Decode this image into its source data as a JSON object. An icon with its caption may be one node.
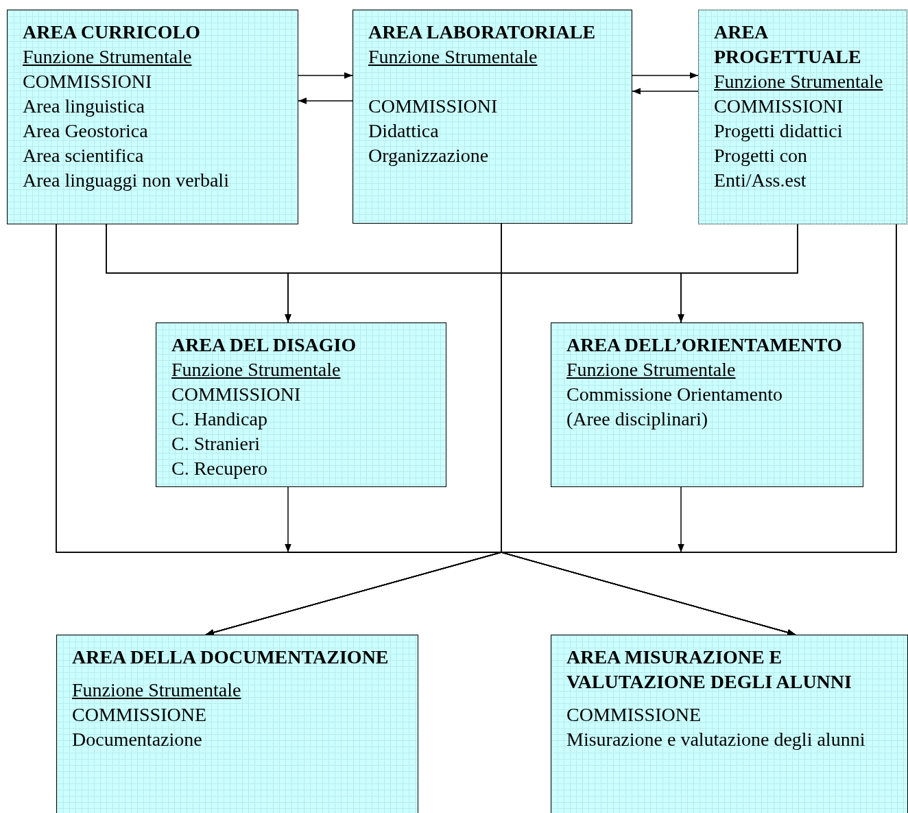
{
  "diagram": {
    "nodes": [
      {
        "text": [
          "AREA CURRICOLO",
          "Funzione Strumentale",
          "COMMISSIONI",
          "Area linguistica",
          "Area Geostorica",
          "Area scientifica",
          "Area linguaggi non verbali"
        ]
      },
      {
        "text": [
          "AREA LABORATORIALE",
          "Funzione Strumentale",
          "COMMISSIONI",
          "Didattica",
          "Organizzazione"
        ]
      },
      {
        "text": [
          "AREA PROGETTUALE",
          "Funzione Strumentale",
          "COMMISSIONI",
          "Progetti didattici",
          "Progetti con Enti/Ass.est"
        ]
      },
      {
        "text": [
          "AREA DEL DISAGIO",
          "Funzione Strumentale",
          "COMMISSIONI",
          "C. Handicap",
          "C. Stranieri",
          "C. Recupero"
        ]
      },
      {
        "text": [
          "AREA DELL’ORIENTAMENTO",
          "Funzione Strumentale",
          "Commissione Orientamento",
          "(Aree disciplinari)"
        ]
      },
      {
        "text": [
          "AREA DELLA DOCUMENTAZIONE",
          "Funzione Strumentale",
          "COMMISSIONE",
          "Documentazione"
        ]
      },
      {
        "text": [
          "AREA MISURAZIONE E VALUTAZIONE DEGLI ALUNNI",
          "COMMISSIONE",
          "Misurazione e valutazione degli alunni"
        ]
      }
    ],
    "edges": [
      {
        "from": 0,
        "to": 1,
        "arrow": "to"
      },
      {
        "from": 1,
        "to": 0,
        "arrow": "to"
      },
      {
        "from": 1,
        "to": 2,
        "arrow": "to"
      },
      {
        "from": 2,
        "to": 1,
        "arrow": "to"
      },
      {
        "from": 0,
        "to": 3,
        "arrow": "to"
      },
      {
        "from": 0,
        "to": 4,
        "arrow": "to"
      },
      {
        "from": 2,
        "to": 3,
        "arrow": "to"
      },
      {
        "from": 2,
        "to": 4,
        "arrow": "to"
      },
      {
        "from": 0,
        "to": 5,
        "arrow": "to"
      },
      {
        "from": 0,
        "to": 6,
        "arrow": "to"
      },
      {
        "from": 1,
        "to": 5,
        "arrow": "to"
      },
      {
        "from": 1,
        "to": 6,
        "arrow": "to"
      },
      {
        "from": 2,
        "to": 5,
        "arrow": "to"
      },
      {
        "from": 2,
        "to": 6,
        "arrow": "to"
      },
      {
        "from": 3,
        "to": 5,
        "arrow": "to"
      },
      {
        "from": 3,
        "to": 6,
        "arrow": "to"
      },
      {
        "from": 4,
        "to": 5,
        "arrow": "to"
      },
      {
        "from": 4,
        "to": 6,
        "arrow": "to"
      }
    ]
  }
}
